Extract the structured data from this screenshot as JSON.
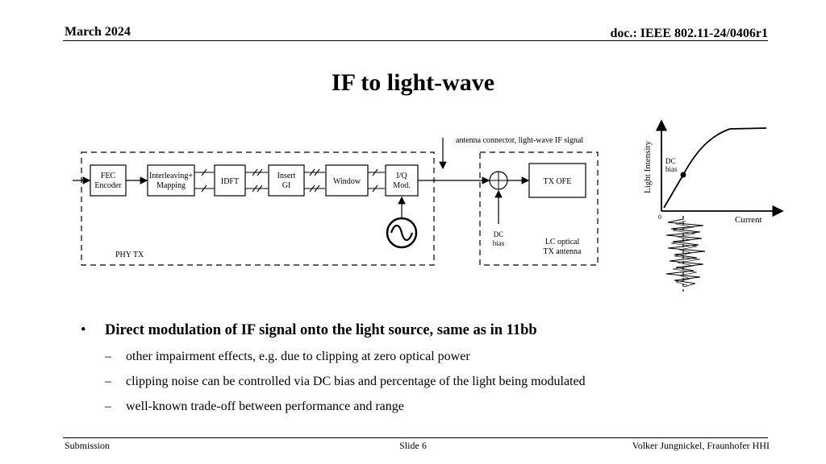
{
  "header": {
    "date": "March 2024",
    "doc": "doc.: IEEE 802.11-24/0406r1"
  },
  "title": "IF to light-wave",
  "diagram": {
    "antenna_note": "antenna connector, light-wave IF signal",
    "blocks": {
      "fec1": "FEC",
      "fec2": "Encoder",
      "il1": "Interleaving+",
      "il2": "Mapping",
      "idft": "IDFT",
      "gi1": "Insert",
      "gi2": "GI",
      "window": "Window",
      "iq1": "I/Q",
      "iq2": "Mod.",
      "txofe": "TX OFE"
    },
    "phy_label": "PHY  TX",
    "dc_bias1": "DC",
    "dc_bias2": "bias",
    "lc1": "LC optical",
    "lc2": "TX antenna"
  },
  "graph": {
    "ylabel": "Light Intensity",
    "xlabel": "Current",
    "origin": "0",
    "dc1": "DC",
    "dc2": "bias"
  },
  "bullets": {
    "main": "Direct modulation of IF signal onto the light source, same as in 11bb",
    "subs": [
      "other impairment effects, e.g. due to clipping at zero optical power",
      "clipping noise can be controlled via DC bias and percentage of the light being modulated",
      "well-known trade-off between performance and range"
    ]
  },
  "footer": {
    "left": "Submission",
    "center": "Slide 6",
    "right": "Volker Jungnickel, Fraunhofer HHI"
  }
}
